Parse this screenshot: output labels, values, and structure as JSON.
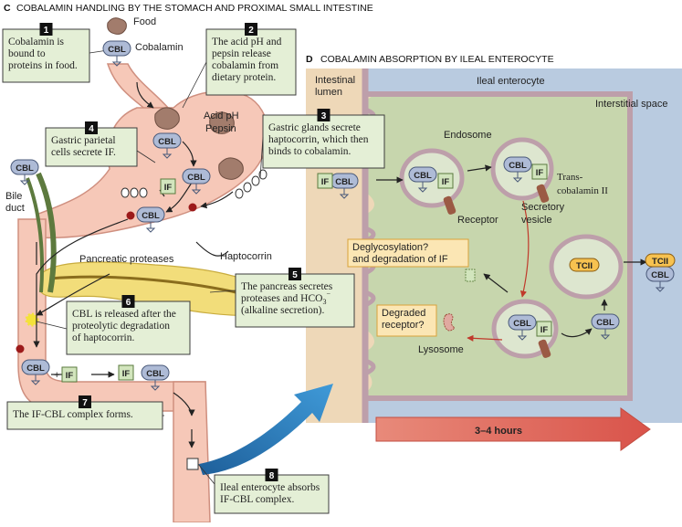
{
  "header_c": {
    "letter": "C",
    "title": "COBALAMIN HANDLING BY THE STOMACH AND PROXIMAL SMALL INTESTINE"
  },
  "header_d": {
    "letter": "D",
    "title": "COBALAMIN ABSORPTION BY ILEAL ENTEROCYTE"
  },
  "steps": [
    {
      "num": "1",
      "lines": [
        "Cobalamin is",
        "bound to",
        "proteins in food."
      ]
    },
    {
      "num": "2",
      "lines": [
        "The acid pH and",
        "pepsin release",
        "cobalamin from",
        "dietary protein."
      ]
    },
    {
      "num": "3",
      "lines": [
        "Gastric glands secrete",
        "haptocorrin, which then",
        "binds to cobalamin."
      ]
    },
    {
      "num": "4",
      "lines": [
        "Gastric parietal",
        "cells secrete IF."
      ]
    },
    {
      "num": "5",
      "lines": [
        "The pancreas secretes",
        "proteases and HCO",
        "(alkaline secretion)."
      ],
      "sub": "3",
      "sup": "−"
    },
    {
      "num": "6",
      "lines": [
        "CBL is released after the",
        "proteolytic degradation",
        "of haptocorrin."
      ]
    },
    {
      "num": "7",
      "lines": [
        "The IF-CBL complex forms."
      ]
    },
    {
      "num": "8",
      "lines": [
        "Ileal enterocyte absorbs",
        "IF-CBL complex."
      ]
    }
  ],
  "labels": {
    "food": "Food",
    "cobalamin": "Cobalamin",
    "acid_ph": "Acid pH",
    "pepsin": "Pepsin",
    "bile": "Bile",
    "duct": "duct",
    "haptocorrin": "Haptocorrin",
    "pancreatic_proteases": "Pancreatic proteases",
    "intestinal": "Intestinal",
    "lumen": "lumen",
    "ileal_enterocyte": "Ileal enterocyte",
    "interstitial_space": "Interstitial space",
    "endosome": "Endosome",
    "receptor": "Receptor",
    "trans": "Trans-",
    "cobalamin_ii": "cobalamin II",
    "secretory": "Secretory",
    "vesicle": "vesicle",
    "deglyc_1": "Deglycosylation?",
    "deglyc_2": "and degradation of IF",
    "degraded_1": "Degraded",
    "degraded_2": "receptor?",
    "lysosome": "Lysosome",
    "hours": "3–4 hours"
  },
  "molecules": {
    "cbl": "CBL",
    "intrinsic_factor": "IF",
    "transcobalamin": "TCII"
  },
  "colors": {
    "step_box": "#e4efd6",
    "step_border": "#3c3c3c",
    "note_box": "#fbe6b4",
    "note_border": "#d8a23a",
    "stomach": "#f6c8b8",
    "stomach_outline": "#cf8f7f",
    "pancreas": "#f2dd7a",
    "lumen": "#eed8b8",
    "enterocyte": "#c7d6ad",
    "interstitial": "#b9cbe0",
    "cbl_pill": "#aebbd6",
    "if_box": "#d2e5bd",
    "tcii": "#f7c250",
    "haptocorrin_dot": "#9c1a1a",
    "receptor": "#9b5a44",
    "membrane": "#bd9faa",
    "hours_arrow": "#e36b5b",
    "big_arrow": "#2b7fc1"
  }
}
